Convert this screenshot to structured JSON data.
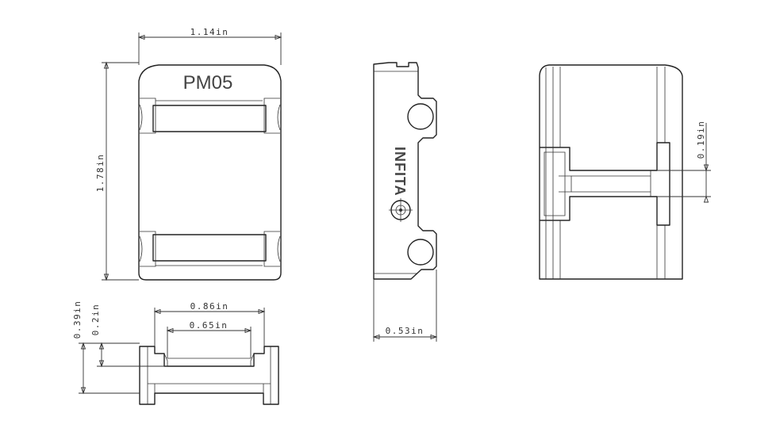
{
  "model_label": "PM05",
  "brand_label": "INFITA",
  "dimensions": {
    "width_top": "1.14in",
    "height_front": "1.78in",
    "slot_outer": "0.86in",
    "slot_inner": "0.65in",
    "total_height": "0.39in",
    "lip_height": "0.2in",
    "side_depth": "0.53in",
    "rail_width": "0.19in"
  }
}
